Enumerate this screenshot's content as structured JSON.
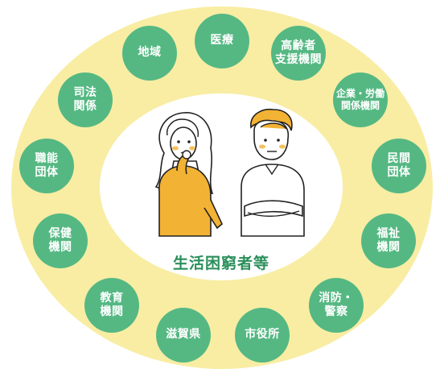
{
  "center": {
    "label": "生活困窮者等"
  },
  "nodes": [
    {
      "id": "chiiki",
      "label": "地域"
    },
    {
      "id": "iryo",
      "label": "医療"
    },
    {
      "id": "korei",
      "label": "高齢者\n支援機関"
    },
    {
      "id": "kigyo",
      "label": "企業・労働\n関係機関"
    },
    {
      "id": "minkan",
      "label": "民間\n団体"
    },
    {
      "id": "fukushi",
      "label": "福祉\n機関"
    },
    {
      "id": "shobo",
      "label": "消防・\n警察"
    },
    {
      "id": "shiyakusho",
      "label": "市役所"
    },
    {
      "id": "shiga",
      "label": "滋賀県"
    },
    {
      "id": "kyoiku",
      "label": "教育\n機関"
    },
    {
      "id": "hoken",
      "label": "保健\n機関"
    },
    {
      "id": "shokuno",
      "label": "職能\n団体"
    },
    {
      "id": "shiho",
      "label": "司法\n関係"
    }
  ],
  "colors": {
    "ring": "#f8eda3",
    "node": "#55b883",
    "center_text": "#2a8f5a",
    "woman_shirt": "#f2b233",
    "man_hair": "#f2b233"
  }
}
